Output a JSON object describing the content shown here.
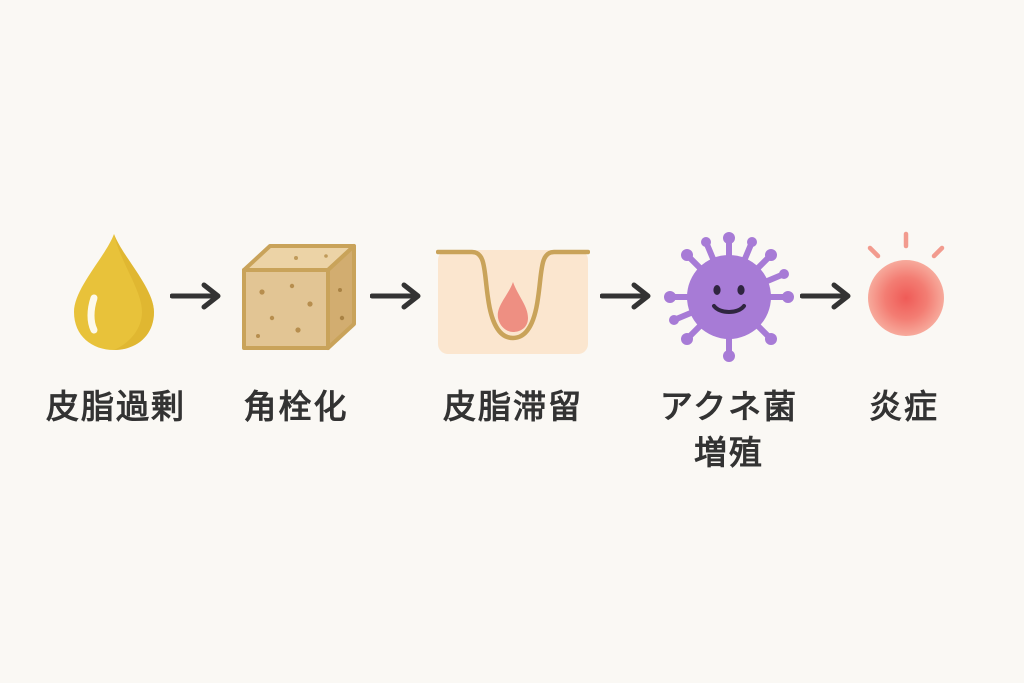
{
  "colors": {
    "background": "#faf8f4",
    "text": "#333333",
    "arrow": "#333333",
    "sebum_drop": "#e8c23a",
    "keratin_cube": "#e2c594",
    "pore_skin": "#fbe6cf",
    "pore_outline": "#c9a35a",
    "pore_plug": "#ee8f82",
    "bacteria": "#a77bd6",
    "inflammation": "#ef6b66",
    "inflammation_rays": "#f29b8e"
  },
  "steps": [
    {
      "label": "皮脂過剰",
      "icon": "oil-drop-icon"
    },
    {
      "label": "角栓化",
      "icon": "keratin-plug-cube-icon"
    },
    {
      "label": "皮脂滞留",
      "icon": "clogged-pore-icon"
    },
    {
      "label_line1": "アクネ菌",
      "label_line2": "増殖",
      "icon": "acne-bacteria-icon"
    },
    {
      "label": "炎症",
      "icon": "inflammation-icon"
    }
  ],
  "arrow_icon": "right-arrow-icon"
}
